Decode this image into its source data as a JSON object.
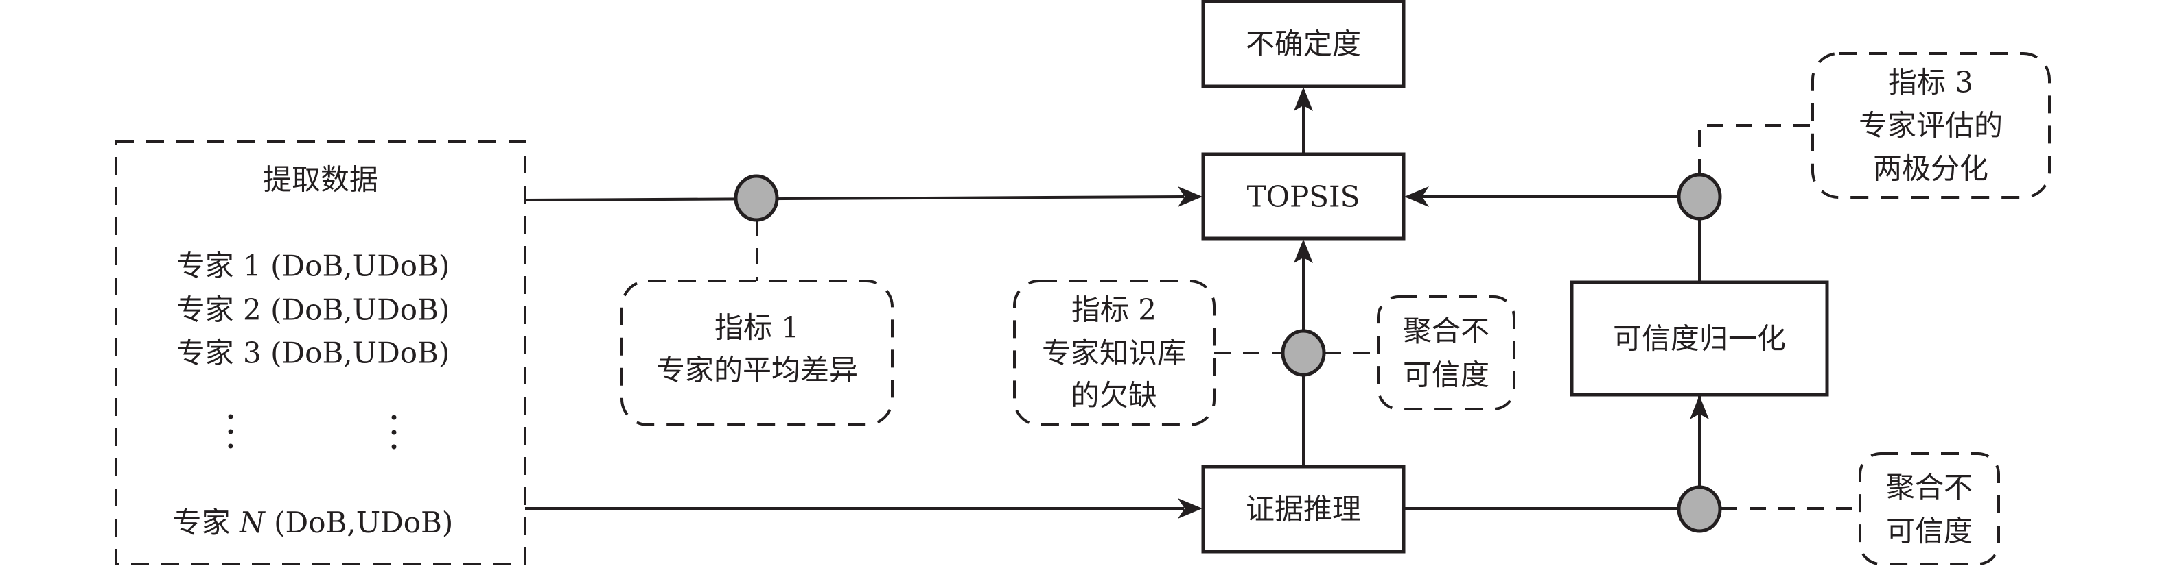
{
  "diagram": {
    "source_box": {
      "title": "提取数据",
      "rows": [
        "专家 1 (DoB,UDoB)",
        "专家 2 (DoB,UDoB)",
        "专家 3 (DoB,UDoB)"
      ],
      "last_row_prefix": "专家 ",
      "last_row_var": "N",
      "last_row_suffix": " (DoB,UDoB)",
      "ellipsis": "⋮"
    },
    "uncertainty_box": {
      "label": "不确定度"
    },
    "topsis_box": {
      "label": "TOPSIS"
    },
    "evidence_box": {
      "label": "证据推理"
    },
    "normalize_box": {
      "label": "可信度归一化"
    },
    "indicator1": {
      "line1": "指标 1",
      "line2": "专家的平均差异"
    },
    "indicator2": {
      "line1": "指标 2",
      "line2": "专家知识库",
      "line3": "的欠缺"
    },
    "indicator3": {
      "line1": "指标 3",
      "line2": "专家评估的",
      "line3": "两极分化"
    },
    "agg_distrust_mid": {
      "line1": "聚合不",
      "line2": "可信度"
    },
    "agg_distrust_bottom": {
      "line1": "聚合不",
      "line2": "可信度"
    },
    "colors": {
      "stroke": "#231f20",
      "node_fill": "#b0b0b0",
      "background": "#ffffff"
    }
  }
}
